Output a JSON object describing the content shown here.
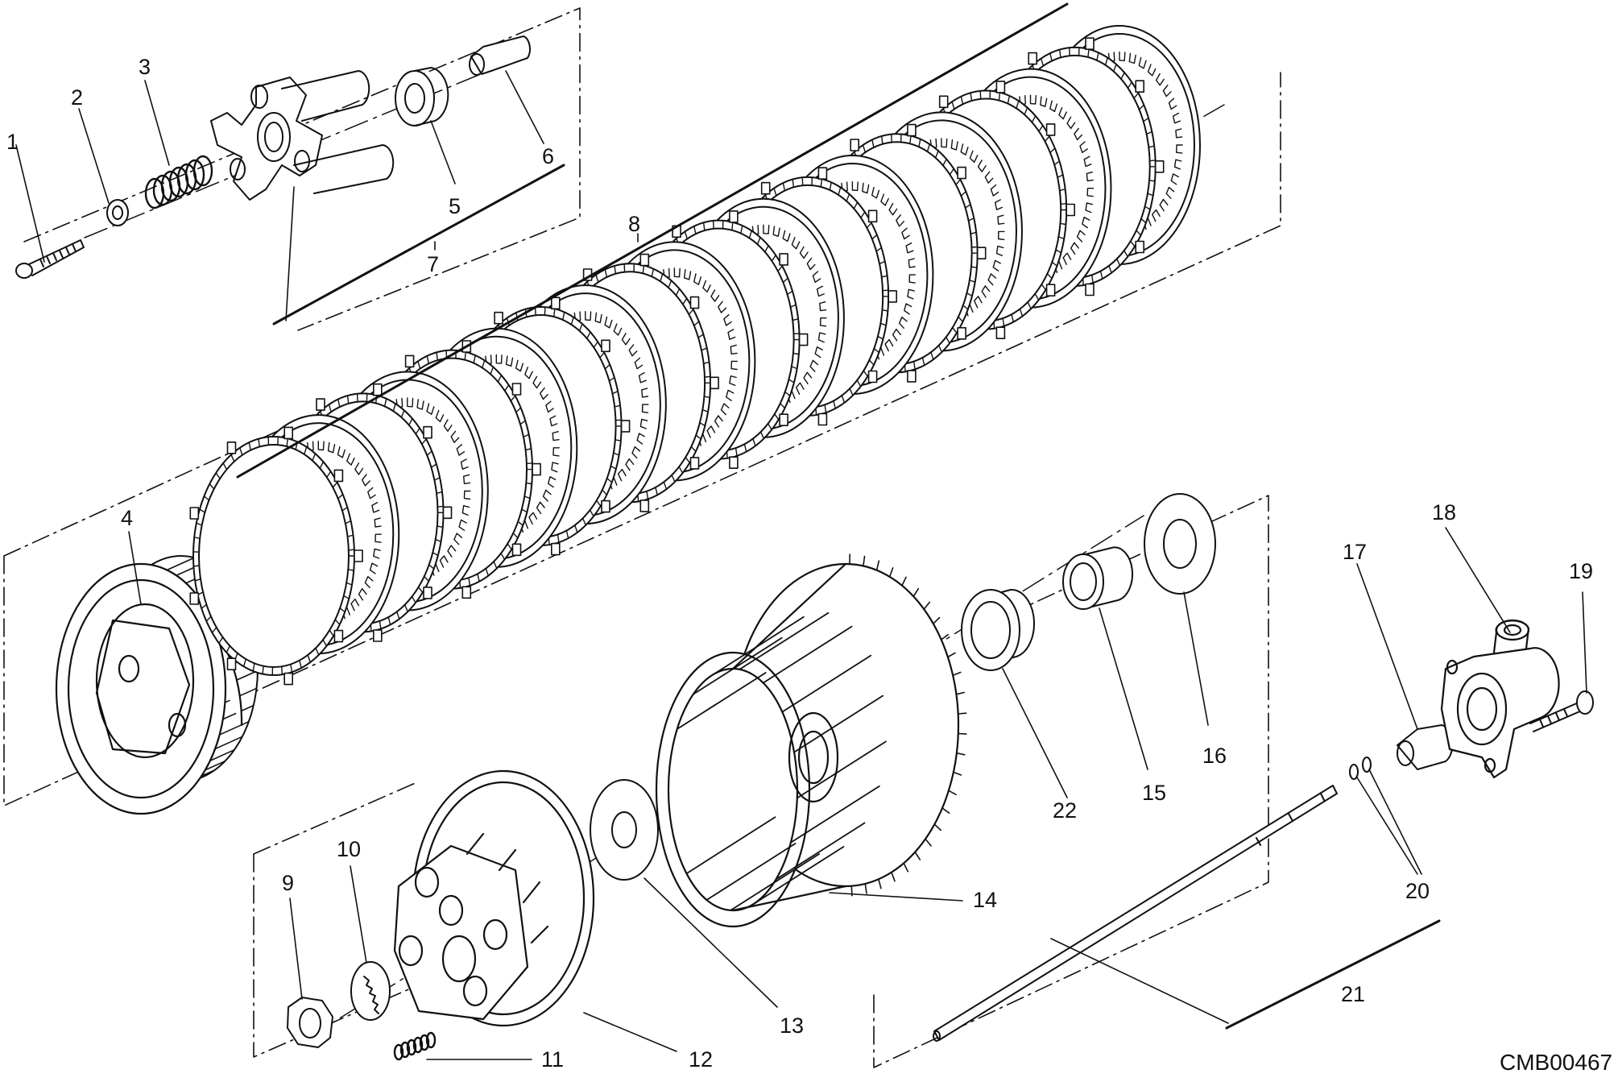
{
  "diagram": {
    "drawing_code": "CMB00467",
    "callouts": [
      "1",
      "2",
      "3",
      "4",
      "5",
      "6",
      "7",
      "8",
      "9",
      "10",
      "11",
      "12",
      "13",
      "14",
      "15",
      "16",
      "17",
      "18",
      "19",
      "20",
      "21",
      "22"
    ]
  },
  "colors": {
    "ink": "#111111",
    "background": "#ffffff"
  }
}
